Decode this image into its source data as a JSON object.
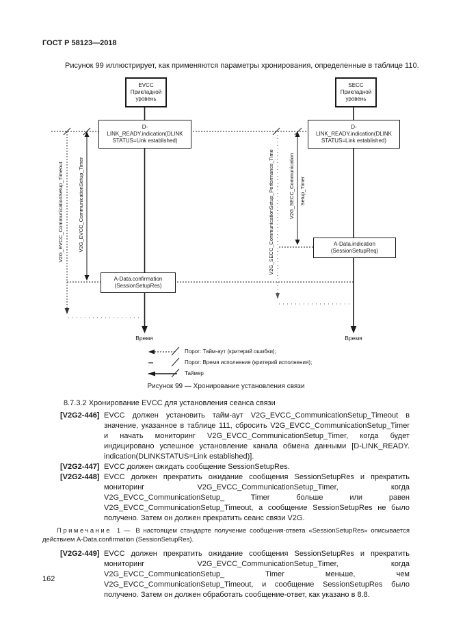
{
  "colors": {
    "ink": "#1a1a1a",
    "paper": "#ffffff"
  },
  "page": {
    "header": "ГОСТ Р 58123—2018",
    "intro": "Рисунок 99 иллюстрирует, как применяются параметры хронирования, определенные в таблице 110.",
    "page_number": "162"
  },
  "diagram": {
    "evcc_box": {
      "l1": "EVCC",
      "l2": "Прикладной",
      "l3": "уровень"
    },
    "secc_box": {
      "l1": "SECC",
      "l2": "Прикладной",
      "l3": "уровень"
    },
    "dlink_left": {
      "l1": "D-",
      "l2": "LINK_READY.indication(DLINK",
      "l3": "STATUS=Link established)"
    },
    "dlink_right": {
      "l1": "D-",
      "l2": "LINK_READY.indication(DLINK",
      "l3": "STATUS=Link established)"
    },
    "labels": {
      "evcc_timeout": "V2G_EVCC_CommunicationSetup_Timeout",
      "evcc_timer": "V2G_EVCC_CommunicationSetup_Timer",
      "secc_performance": "V2G_SECC_CommunicationSetup_Performance_Time",
      "secc_timer_line1": "V2G_SECC_Communication",
      "secc_timer_line2": "Setup_Timer"
    },
    "indication_box": {
      "l1": "A-Data.indication",
      "l2": "(SessionSetupReq)"
    },
    "confirmation_box": {
      "l1": "A-Data.confirmation",
      "l2": "(SessionSetupRes)"
    },
    "time_left": "Время",
    "time_right": "Время",
    "legend": [
      {
        "symbol": "dotted-arrow-slash",
        "label": "Порог: Тайм-аут (критерий ошибки);"
      },
      {
        "symbol": "sparse-line-slash",
        "label": "Порог: Время исполнения (критерий исполнения);"
      },
      {
        "symbol": "solid-arrow-slash",
        "label": "Таймер"
      }
    ],
    "caption": "Рисунок 99 — Хронирование установления связи"
  },
  "section": {
    "heading": "8.7.3.2 Хронирование EVCC для установления сеанса связи",
    "requirements": [
      {
        "id": "[V2G2-446]",
        "text": "EVCC должен установить тайм-аут V2G_EVCC_CommunicationSetup_Timeout в значение, указанное в таблице 111, сбросить V2G_EVCC_CommunicationSetup_Timer и начать мониторинг V2G_EVCC_CommunicationSetup_Timer, когда будет индицировано успешное установление канала обмена данными [D-LINK_READY. indication(DLINKSTATUS=Link established)]."
      },
      {
        "id": "[V2G2-447]",
        "text": "EVCC должен ожидать сообщение SessionSetupRes."
      },
      {
        "id": "[V2G2-448]",
        "text": "EVCC должен прекратить ожидание сообщения SessionSetupRes и прекратить мониторинг V2G_EVCC_CommunicationSetup_Timer, когда V2G_EVCC_CommunicationSetup_ Timer больше или равен V2G_EVCC_CommunicationSetup_Timeout, а сообщение SessionSetupRes не было получено. Затем он должен прекратить сеанс связи V2G."
      },
      {
        "id": "[V2G2-449]",
        "text": "EVCC должен прекратить ожидание сообщения SessionSetupRes и прекратить мониторинг V2G_EVCC_CommunicationSetup_Timer, когда V2G_EVCC_CommunicationSetup_ Timer меньше, чем V2G_EVCC_CommunicationSetup_Timeout, и сообщение SessionSetupRes было получено. Затем он должен обработать сообщение-ответ, как указано в 8.8."
      }
    ],
    "note": {
      "label": "Примечание",
      "number": "1 —",
      "text": "В настоящем стандарте получение сообщения-ответа «SessionSetupRes» описывается действием A-Data.confirmation (SessionSetupRes)."
    }
  }
}
